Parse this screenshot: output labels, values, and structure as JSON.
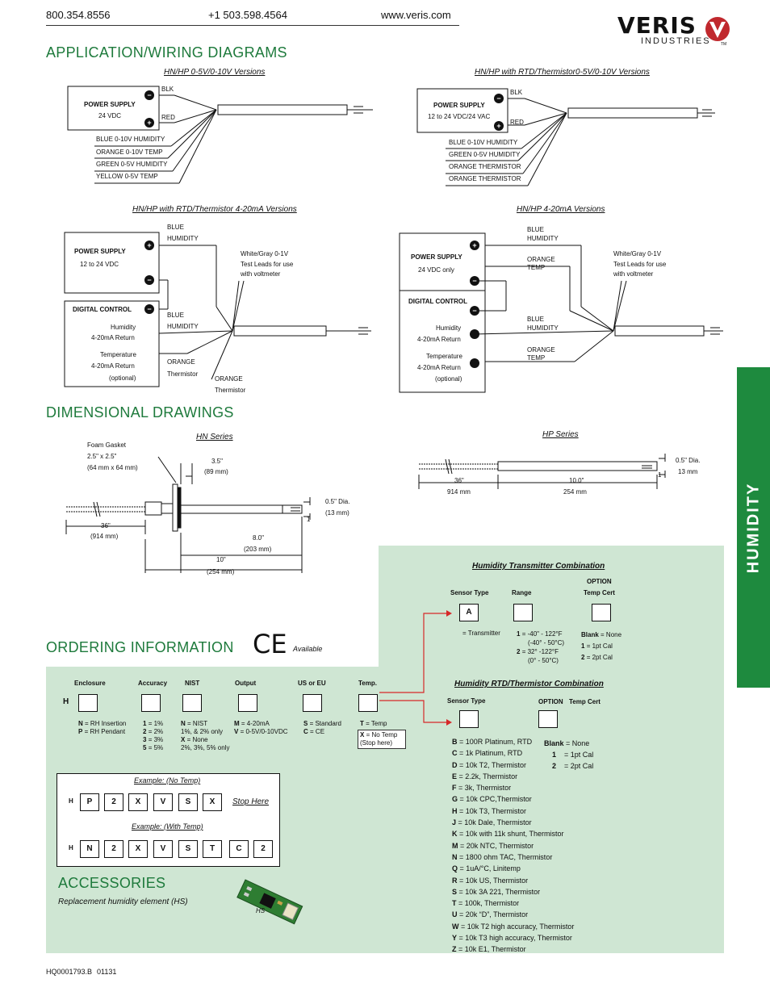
{
  "header": {
    "phone1": "800.354.8556",
    "phone2": "+1 503.598.4564",
    "web": "www.veris.com",
    "logo_main": "VERIS",
    "logo_sub": "INDUSTRIES",
    "tm": "TM"
  },
  "sections": {
    "wiring": "APPLICATION/WIRING DIAGRAMS",
    "dimensional": "DIMENSIONAL DRAWINGS",
    "ordering": "ORDERING INFORMATION",
    "accessories": "ACCESSORIES"
  },
  "side_tab": "HUMIDITY",
  "diagram1": {
    "caption": "HN/HP 0-5V/0-10V Versions",
    "ps": "POWER SUPPLY",
    "ps_v": "24 VDC",
    "blk": "BLK",
    "red": "RED",
    "wires": [
      "BLUE 0-10V HUMIDITY",
      "ORANGE 0-10V TEMP",
      "GREEN 0-5V HUMIDITY",
      "YELLOW 0-5V TEMP"
    ]
  },
  "diagram2": {
    "caption": "HN/HP with RTD/Thermistor0-5V/0-10V Versions",
    "ps": "POWER SUPPLY",
    "ps_v": "12 to 24 VDC/24 VAC",
    "blk": "BLK",
    "red": "RED",
    "wires": [
      "BLUE 0-10V HUMIDITY",
      "GREEN 0-5V HUMIDITY",
      "ORANGE THERMISTOR",
      "ORANGE THERMISTOR"
    ]
  },
  "diagram3": {
    "caption": "HN/HP with RTD/Thermistor  4-20mA Versions",
    "ps": "POWER SUPPLY",
    "ps_v": "12 to 24 VDC",
    "dc": "DIGITAL CONTROL",
    "hum": "Humidity",
    "ret": "4-20mA Return",
    "temp": "Temperature",
    "ret2": "4-20mA Return",
    "opt": "(optional)",
    "blue1": "BLUE",
    "hum1": "HUMIDITY",
    "blue2": "BLUE",
    "hum2": "HUMIDITY",
    "or1": "ORANGE",
    "th1": "Thermistor",
    "or2": "ORANGE",
    "th2": "Thermistor",
    "test1": "White/Gray 0-1V",
    "test2": "Test Leads for use",
    "test3": "with voltmeter"
  },
  "diagram4": {
    "caption": "HN/HP 4-20mA Versions",
    "ps": "POWER SUPPLY",
    "ps_v": "24 VDC only",
    "dc": "DIGITAL CONTROL",
    "hum": "Humidity",
    "ret": "4-20mA Return",
    "temp": "Temperature",
    "ret2": "4-20mA Return",
    "opt": "(optional)",
    "blue1": "BLUE",
    "hum1": "HUMIDITY",
    "or1": "ORANGE",
    "temp1": "TEMP",
    "blue2": "BLUE",
    "hum2": "HUMIDITY",
    "or2": "ORANGE",
    "temp2": "TEMP",
    "test1": "White/Gray 0-1V",
    "test2": "Test Leads for use",
    "test3": "with voltmeter"
  },
  "dims": {
    "hn_caption": "HN Series",
    "hp_caption": "HP Series",
    "gasket1": "Foam Gasket",
    "gasket2": "2.5\" x 2.5\"",
    "gasket3": "(64 mm x 64 mm)",
    "d35": "3.5\"",
    "d35mm": "(89 mm)",
    "dia": "0.5\" Dia.",
    "diamm": "(13 mm)",
    "d36": "36\"",
    "d36mm": "(914 mm)",
    "d8": "8.0\"",
    "d8mm": "(203 mm)",
    "d10": "10\"",
    "d10mm": "(254 mm)",
    "hp_dia": "0.5\" Dia.",
    "hp_diamm": "13 mm",
    "hp_36": "36\"",
    "hp_36mm": "914 mm",
    "hp_10": "10.0\"",
    "hp_10mm": "254 mm",
    "one": "1"
  },
  "ordering": {
    "available": "Available",
    "prefix": "H",
    "columns": [
      {
        "head": "Enclosure",
        "opts": [
          [
            "N",
            "= RH Insertion"
          ],
          [
            "P",
            "= RH Pendant"
          ]
        ]
      },
      {
        "head": "Accuracy",
        "opts": [
          [
            "1",
            "= 1%"
          ],
          [
            "2",
            "= 2%"
          ],
          [
            "3",
            "= 3%"
          ],
          [
            "5",
            "= 5%"
          ]
        ]
      },
      {
        "head": "NIST",
        "opts": [
          [
            "N",
            "= NIST"
          ],
          [
            "",
            "1%, & 2% only"
          ],
          [
            "X",
            "= None"
          ],
          [
            "",
            "2%, 3%, 5% only"
          ]
        ]
      },
      {
        "head": "Output",
        "opts": [
          [
            "M",
            "= 4-20mA"
          ],
          [
            "V",
            "= 0-5V/0-10VDC"
          ]
        ]
      },
      {
        "head": "US or EU",
        "opts": [
          [
            "S",
            "= Standard"
          ],
          [
            "C",
            "= CE"
          ]
        ]
      },
      {
        "head": "Temp.",
        "opts": [
          [
            "T",
            "= Temp"
          ],
          [
            "X",
            "= No Temp"
          ],
          [
            "",
            "(Stop here)"
          ]
        ]
      }
    ],
    "ex1_caption": "Example:  (No Temp)",
    "ex1": [
      "H",
      "P",
      "2",
      "X",
      "V",
      "S",
      "X"
    ],
    "stop": "Stop Here",
    "ex2_caption": "Example:  (With Temp)",
    "ex2": [
      "H",
      "N",
      "2",
      "X",
      "V",
      "S",
      "T",
      "C",
      "2"
    ]
  },
  "transmitter": {
    "title": "Humidity Transmitter Combination",
    "sensor": "Sensor Type",
    "range": "Range",
    "option": "OPTION",
    "tempcert": "Temp Cert",
    "a": "A",
    "eq_trans": "= Transmitter",
    "range_opts": [
      [
        "1",
        "= -40\" - 122°F"
      ],
      [
        "",
        "(-40° - 50°C)"
      ],
      [
        "2",
        "= 32° -122°F"
      ],
      [
        "",
        "(0° - 50°C)"
      ]
    ],
    "cert_opts": [
      [
        "Blank",
        "= None"
      ],
      [
        "1",
        "= 1pt Cal"
      ],
      [
        "2",
        "= 2pt Cal"
      ]
    ]
  },
  "rtd": {
    "title": "Humidity RTD/Thermistor Combination",
    "sensor": "Sensor Type",
    "option": "OPTION",
    "tempcert": "Temp Cert",
    "cert_opts": [
      [
        "Blank",
        "= None"
      ],
      [
        "1",
        "= 1pt Cal"
      ],
      [
        "2",
        "= 2pt Cal"
      ]
    ],
    "types": [
      [
        "B",
        "= 100R Platinum, RTD"
      ],
      [
        "C",
        "= 1k Platinum, RTD"
      ],
      [
        "D",
        "= 10k T2, Thermistor"
      ],
      [
        "E",
        "= 2.2k, Thermistor"
      ],
      [
        "F",
        "= 3k, Thermistor"
      ],
      [
        "G",
        "= 10k CPC,Thermistor"
      ],
      [
        "H",
        "= 10k T3, Thermistor"
      ],
      [
        "J",
        "= 10k Dale, Thermistor"
      ],
      [
        "K",
        "= 10k with 11k shunt, Thermistor"
      ],
      [
        "M",
        "= 20k NTC, Thermistor"
      ],
      [
        "N",
        "= 1800 ohm TAC, Thermistor"
      ],
      [
        "Q",
        "= 1uA/°C, Linitemp"
      ],
      [
        "R",
        "= 10k US, Thermistor"
      ],
      [
        "S",
        "= 10k 3A 221, Thermistor"
      ],
      [
        "T",
        "= 100k, Thermistor"
      ],
      [
        "U",
        "= 20k “D”, Thermistor"
      ],
      [
        "W",
        "= 10k T2 high accuracy, Thermistor"
      ],
      [
        "Y",
        "= 10k T3 high accuracy, Thermistor"
      ],
      [
        "Z",
        "= 10k E1, Thermistor"
      ]
    ]
  },
  "accessories": {
    "text": "Replacement humidity element (HS)",
    "hs": "HS"
  },
  "footer": {
    "doc": "HQ0001793.B",
    "code": "01131"
  }
}
